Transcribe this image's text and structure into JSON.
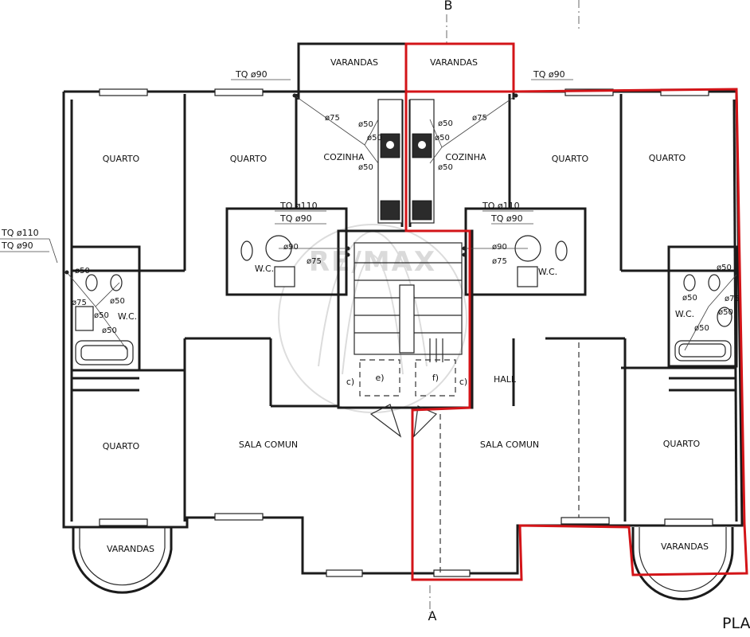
{
  "section_marks": {
    "top": "B",
    "bottom": "A"
  },
  "corner_text": "PLA",
  "watermark": "RE/MAX",
  "rooms": {
    "varandas_top_left": "VARANDAS",
    "varandas_top_right": "VARANDAS",
    "cozinha_left": "COZINHA",
    "cozinha_right": "COZINHA",
    "quarto_1": "QUARTO",
    "quarto_2": "QUARTO",
    "quarto_3": "QUARTO",
    "quarto_4": "QUARTO",
    "quarto_5": "QUARTO",
    "quarto_6": "QUARTO",
    "wc_left": "W.C.",
    "wc_center_left": "W.C.",
    "wc_center_right": "W.C.",
    "wc_right": "W.C.",
    "hall": "HALL",
    "sala_left": "SALA COMUN",
    "sala_right": "SALA COMUN",
    "varandas_bottom_left": "VARANDAS",
    "varandas_bottom_right": "VARANDAS"
  },
  "stair_marks": {
    "e": "e)",
    "f": "f)",
    "c_left": "c)",
    "c_right": "c)"
  },
  "pipe_labels": {
    "tq90_top_left": "TQ ø90",
    "tq90_top_right": "TQ ø90",
    "tq110_left": "TQ ø110",
    "tq90_left": "TQ ø90",
    "tq110_center_left": "TQ ø110",
    "tq90_center_left": "TQ ø90",
    "tq110_center_right": "TQ ø110",
    "tq90_center_right": "TQ ø90",
    "d75_kitchen_left": "ø75",
    "d50_kitchen_left_a": "ø50",
    "d50_kitchen_left_b": "ø50",
    "d50_kitchen_left_c": "ø50",
    "d75_kitchen_right": "ø75",
    "d50_kitchen_right_a": "ø50",
    "d50_kitchen_right_b": "ø50",
    "d50_kitchen_right_c": "ø50",
    "d50_wc_left_a": "ø50",
    "d75_wc_left": "ø75",
    "d50_wc_left_b": "ø50",
    "d50_wc_left_c": "ø50",
    "d50_wc_left_d": "ø50",
    "d90_wc_cl": "ø90",
    "d75_wc_cl": "ø75",
    "d90_wc_cr": "ø90",
    "d75_wc_cr": "ø75",
    "d50_wc_right_a": "ø50",
    "d50_wc_right_b": "ø50",
    "d75_wc_right": "ø75",
    "d50_wc_right_c": "ø50",
    "d50_wc_right_d": "ø50"
  }
}
